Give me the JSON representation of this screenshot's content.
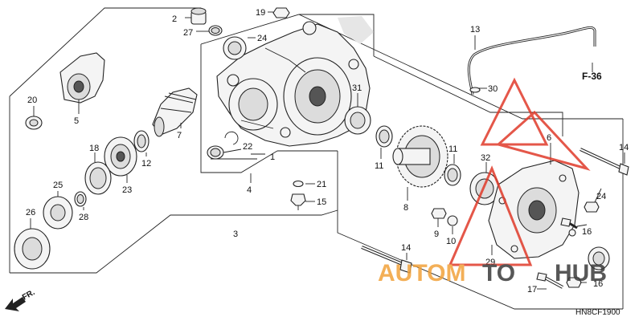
{
  "callouts": [
    {
      "id": "c1",
      "text": "1"
    },
    {
      "id": "c2",
      "text": "2"
    },
    {
      "id": "c3",
      "text": "3"
    },
    {
      "id": "c4",
      "text": "4"
    },
    {
      "id": "c5",
      "text": "5"
    },
    {
      "id": "c6",
      "text": "6"
    },
    {
      "id": "c7",
      "text": "7"
    },
    {
      "id": "c8",
      "text": "8"
    },
    {
      "id": "c9",
      "text": "9"
    },
    {
      "id": "c10",
      "text": "10"
    },
    {
      "id": "c11a",
      "text": "11"
    },
    {
      "id": "c11b",
      "text": "11"
    },
    {
      "id": "c12",
      "text": "12"
    },
    {
      "id": "c13",
      "text": "13"
    },
    {
      "id": "c14a",
      "text": "14"
    },
    {
      "id": "c14b",
      "text": "14"
    },
    {
      "id": "c15",
      "text": "15"
    },
    {
      "id": "c16a",
      "text": "16"
    },
    {
      "id": "c16b",
      "text": "16"
    },
    {
      "id": "c17",
      "text": "17"
    },
    {
      "id": "c18",
      "text": "18"
    },
    {
      "id": "c19",
      "text": "19"
    },
    {
      "id": "c20",
      "text": "20"
    },
    {
      "id": "c21",
      "text": "21"
    },
    {
      "id": "c22",
      "text": "22"
    },
    {
      "id": "c23",
      "text": "23"
    },
    {
      "id": "c24a",
      "text": "24"
    },
    {
      "id": "c24b",
      "text": "24"
    },
    {
      "id": "c25",
      "text": "25"
    },
    {
      "id": "c26",
      "text": "26"
    },
    {
      "id": "c27",
      "text": "27"
    },
    {
      "id": "c28",
      "text": "28"
    },
    {
      "id": "c29",
      "text": "29"
    },
    {
      "id": "c30",
      "text": "30"
    },
    {
      "id": "c31",
      "text": "31"
    },
    {
      "id": "c32",
      "text": "32"
    }
  ],
  "reference_code": "F-36",
  "front_marker": "FR.",
  "diagram_code": "HN8CF1900",
  "watermark": {
    "text_left": "AUTOM",
    "text_mid": "TO",
    "text_right": "HUB",
    "color_orange": "#f2a23a",
    "color_red": "#e03a2a",
    "color_dark": "#3a3a3a"
  }
}
